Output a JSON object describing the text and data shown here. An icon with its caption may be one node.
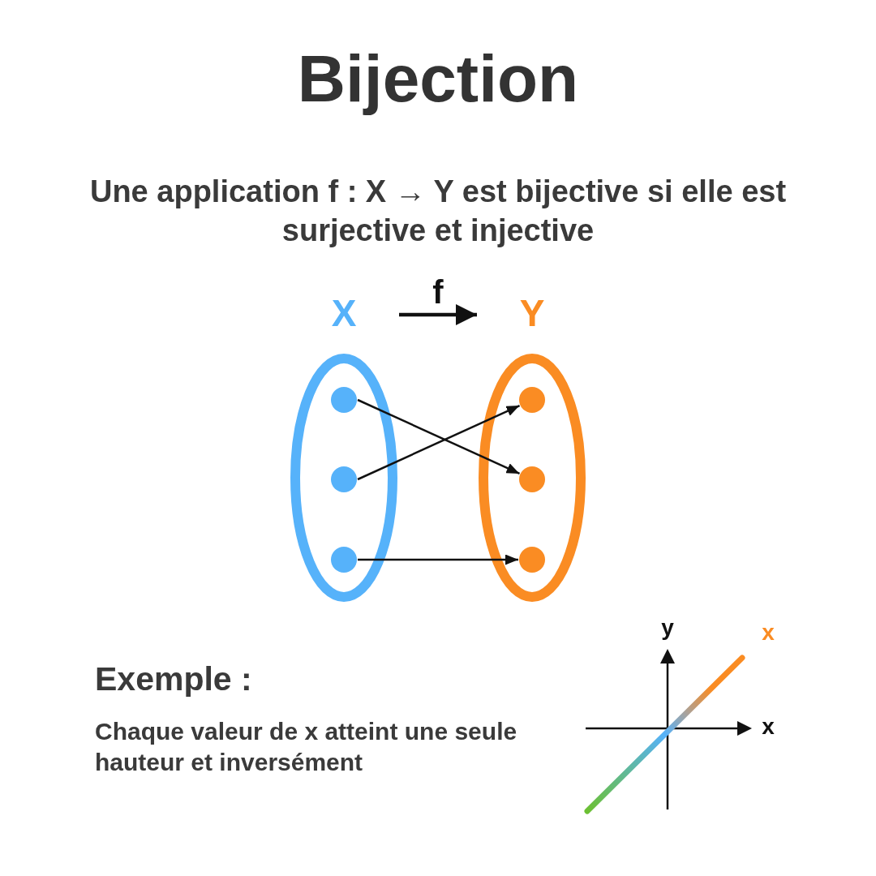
{
  "diagram": {
    "title": "Bijection",
    "nodes": [
      {
        "text": [
          "X"
        ]
      },
      {
        "text": [
          "Y"
        ]
      },
      {
        "text": [],
        "shape": "circle",
        "in": 0
      },
      {
        "text": [],
        "shape": "circle",
        "in": 0
      },
      {
        "text": [],
        "shape": "circle",
        "in": 0
      },
      {
        "text": [],
        "shape": "circle",
        "in": 1
      },
      {
        "text": [],
        "shape": "circle",
        "in": 1
      },
      {
        "text": [],
        "shape": "circle",
        "in": 1
      }
    ],
    "edges": [
      {
        "from": 0,
        "to": 1,
        "arrow": "to",
        "label": "f",
        "style": "thick"
      },
      {
        "from": 2,
        "to": 6,
        "arrow": "to"
      },
      {
        "from": 3,
        "to": 5,
        "arrow": "to"
      },
      {
        "from": 4,
        "to": 7,
        "arrow": "to"
      }
    ],
    "labels": [
      "Une application f : X → Y est bijective si elle est surjective et injective",
      "Exemple :",
      "Chaque valeur de x atteint une seule hauteur et inversément",
      "y",
      "x",
      "x"
    ]
  }
}
